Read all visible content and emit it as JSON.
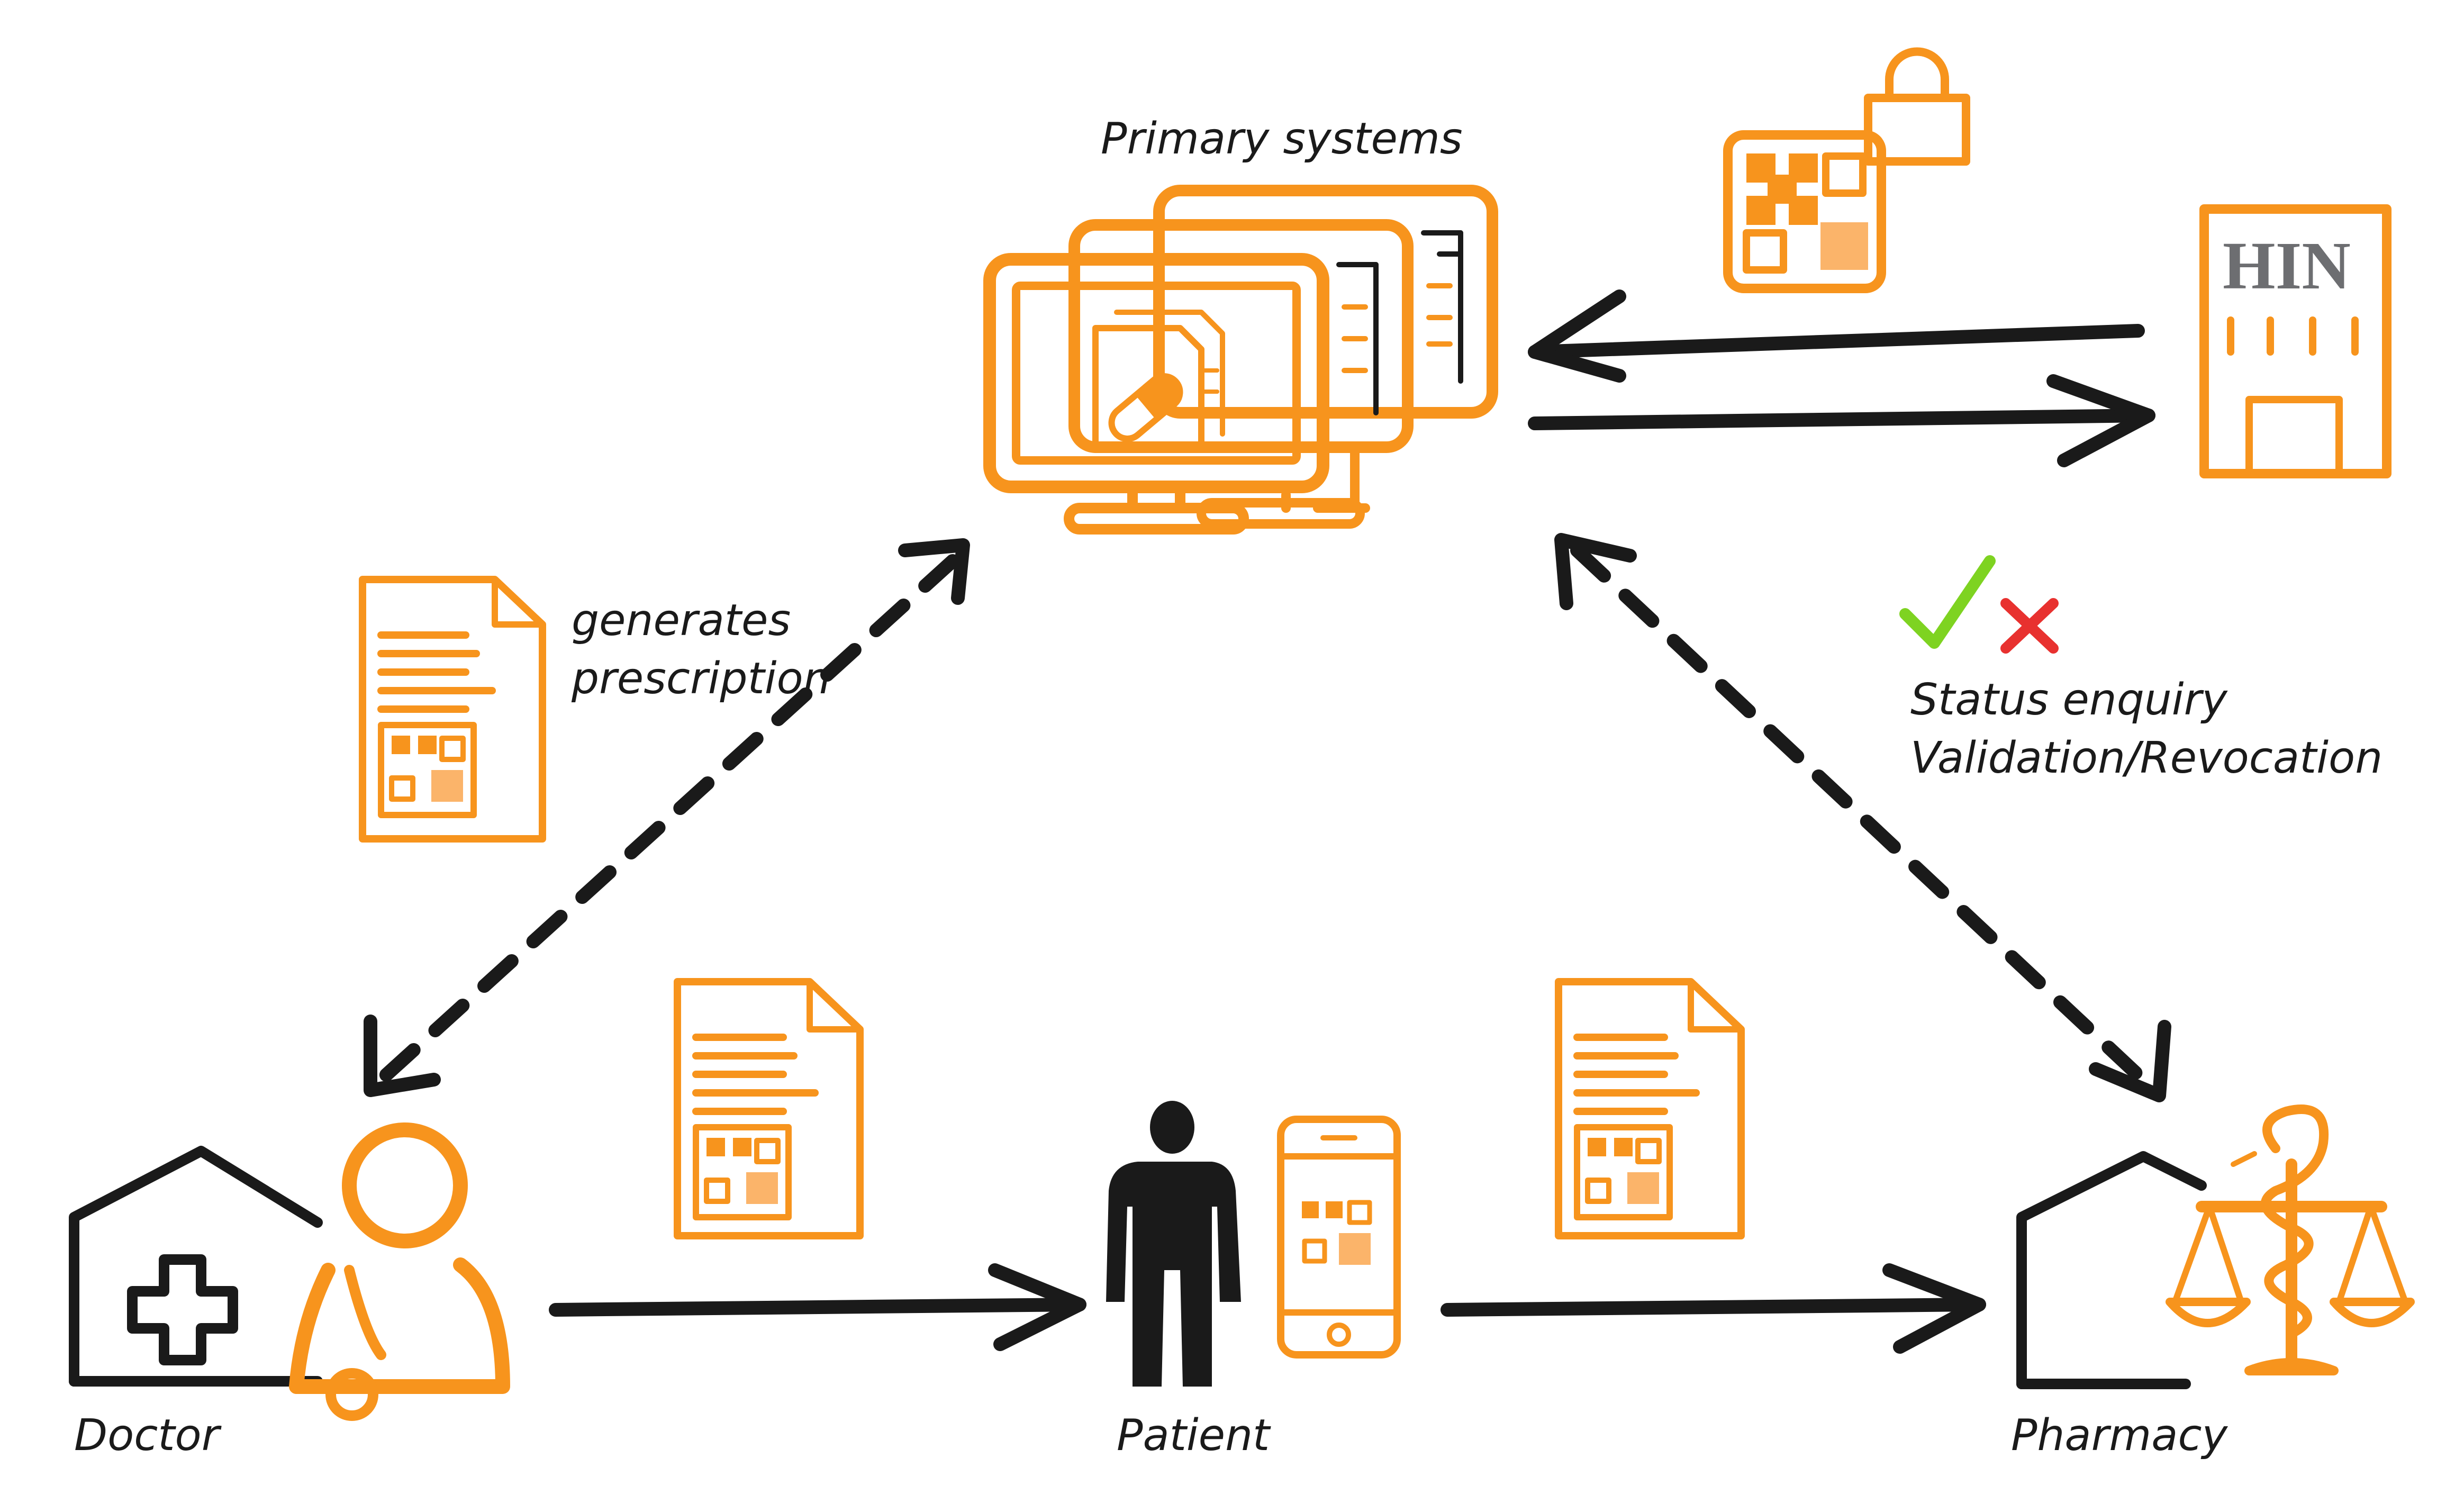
{
  "labels": {
    "primary_systems": "Primary systems",
    "generates_prescription_line1": "generates",
    "generates_prescription_line2": "prescription",
    "status_line1": "Status enquiry",
    "status_line2": "Validation/Revocation",
    "doctor": "Doctor",
    "patient": "Patient",
    "pharmacy": "Pharmacy",
    "hin": "HIN"
  },
  "colors": {
    "accent_orange": "#f7941d",
    "ink": "#1a1a1a",
    "hin_gray": "#6d6e71",
    "check_green": "#7ed321",
    "cross_red": "#e8312f"
  },
  "icons": [
    "primary-systems-monitors-icon",
    "qr-code-lock-icon",
    "hin-building-icon",
    "prescription-document-icon",
    "check-icon",
    "cross-icon",
    "doctor-practice-icon",
    "doctor-person-icon",
    "patient-person-icon",
    "smartphone-qr-icon",
    "pharmacy-building-icon",
    "pharmacy-caduceus-scale-icon"
  ]
}
